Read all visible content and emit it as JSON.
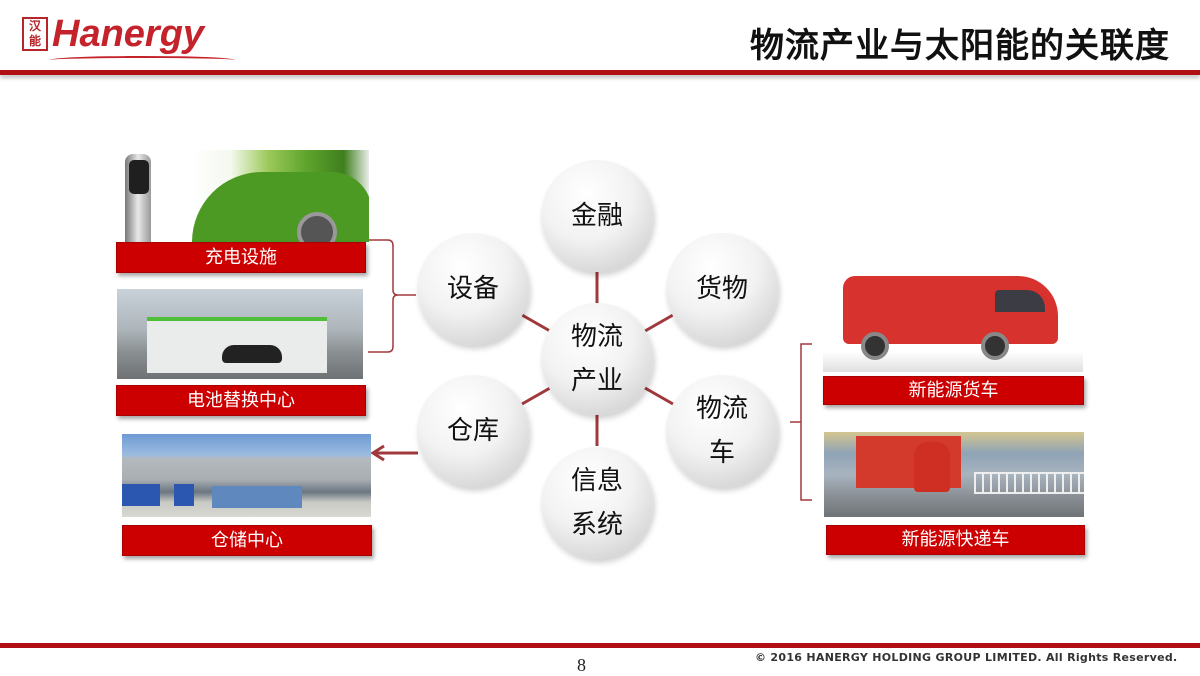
{
  "header": {
    "logo_seal": "汉能",
    "logo_text": "Hanergy",
    "title": "物流产业与太阳能的关联度"
  },
  "diagram": {
    "center": {
      "line1": "物流",
      "line2": "产业"
    },
    "nodes": {
      "finance": {
        "line1": "金融"
      },
      "goods": {
        "line1": "货物"
      },
      "equipment": {
        "line1": "设备"
      },
      "warehouse": {
        "line1": "仓库"
      },
      "vehicle": {
        "line1": "物流",
        "line2": "车"
      },
      "info": {
        "line1": "信息",
        "line2": "系统"
      }
    },
    "link_color": "#a0393c"
  },
  "left_panel": {
    "items": [
      {
        "label": "充电设施",
        "image": "ev-charger-green-car-photo"
      },
      {
        "label": "电池替换中心",
        "image": "battery-swap-station-photo"
      },
      {
        "label": "仓储中心",
        "image": "warehouse-trucks-photo"
      }
    ]
  },
  "right_panel": {
    "items": [
      {
        "label": "新能源货车",
        "image": "red-delivery-van-photo"
      },
      {
        "label": "新能源快递车",
        "image": "red-express-tricycle-photo"
      }
    ]
  },
  "footer": {
    "page_number": "8",
    "copyright": "© 2016 HANERGY HOLDING  GROUP LIMITED. All Rights Reserved."
  },
  "colors": {
    "brand_red": "#b00d14",
    "label_red": "#cc0000"
  }
}
